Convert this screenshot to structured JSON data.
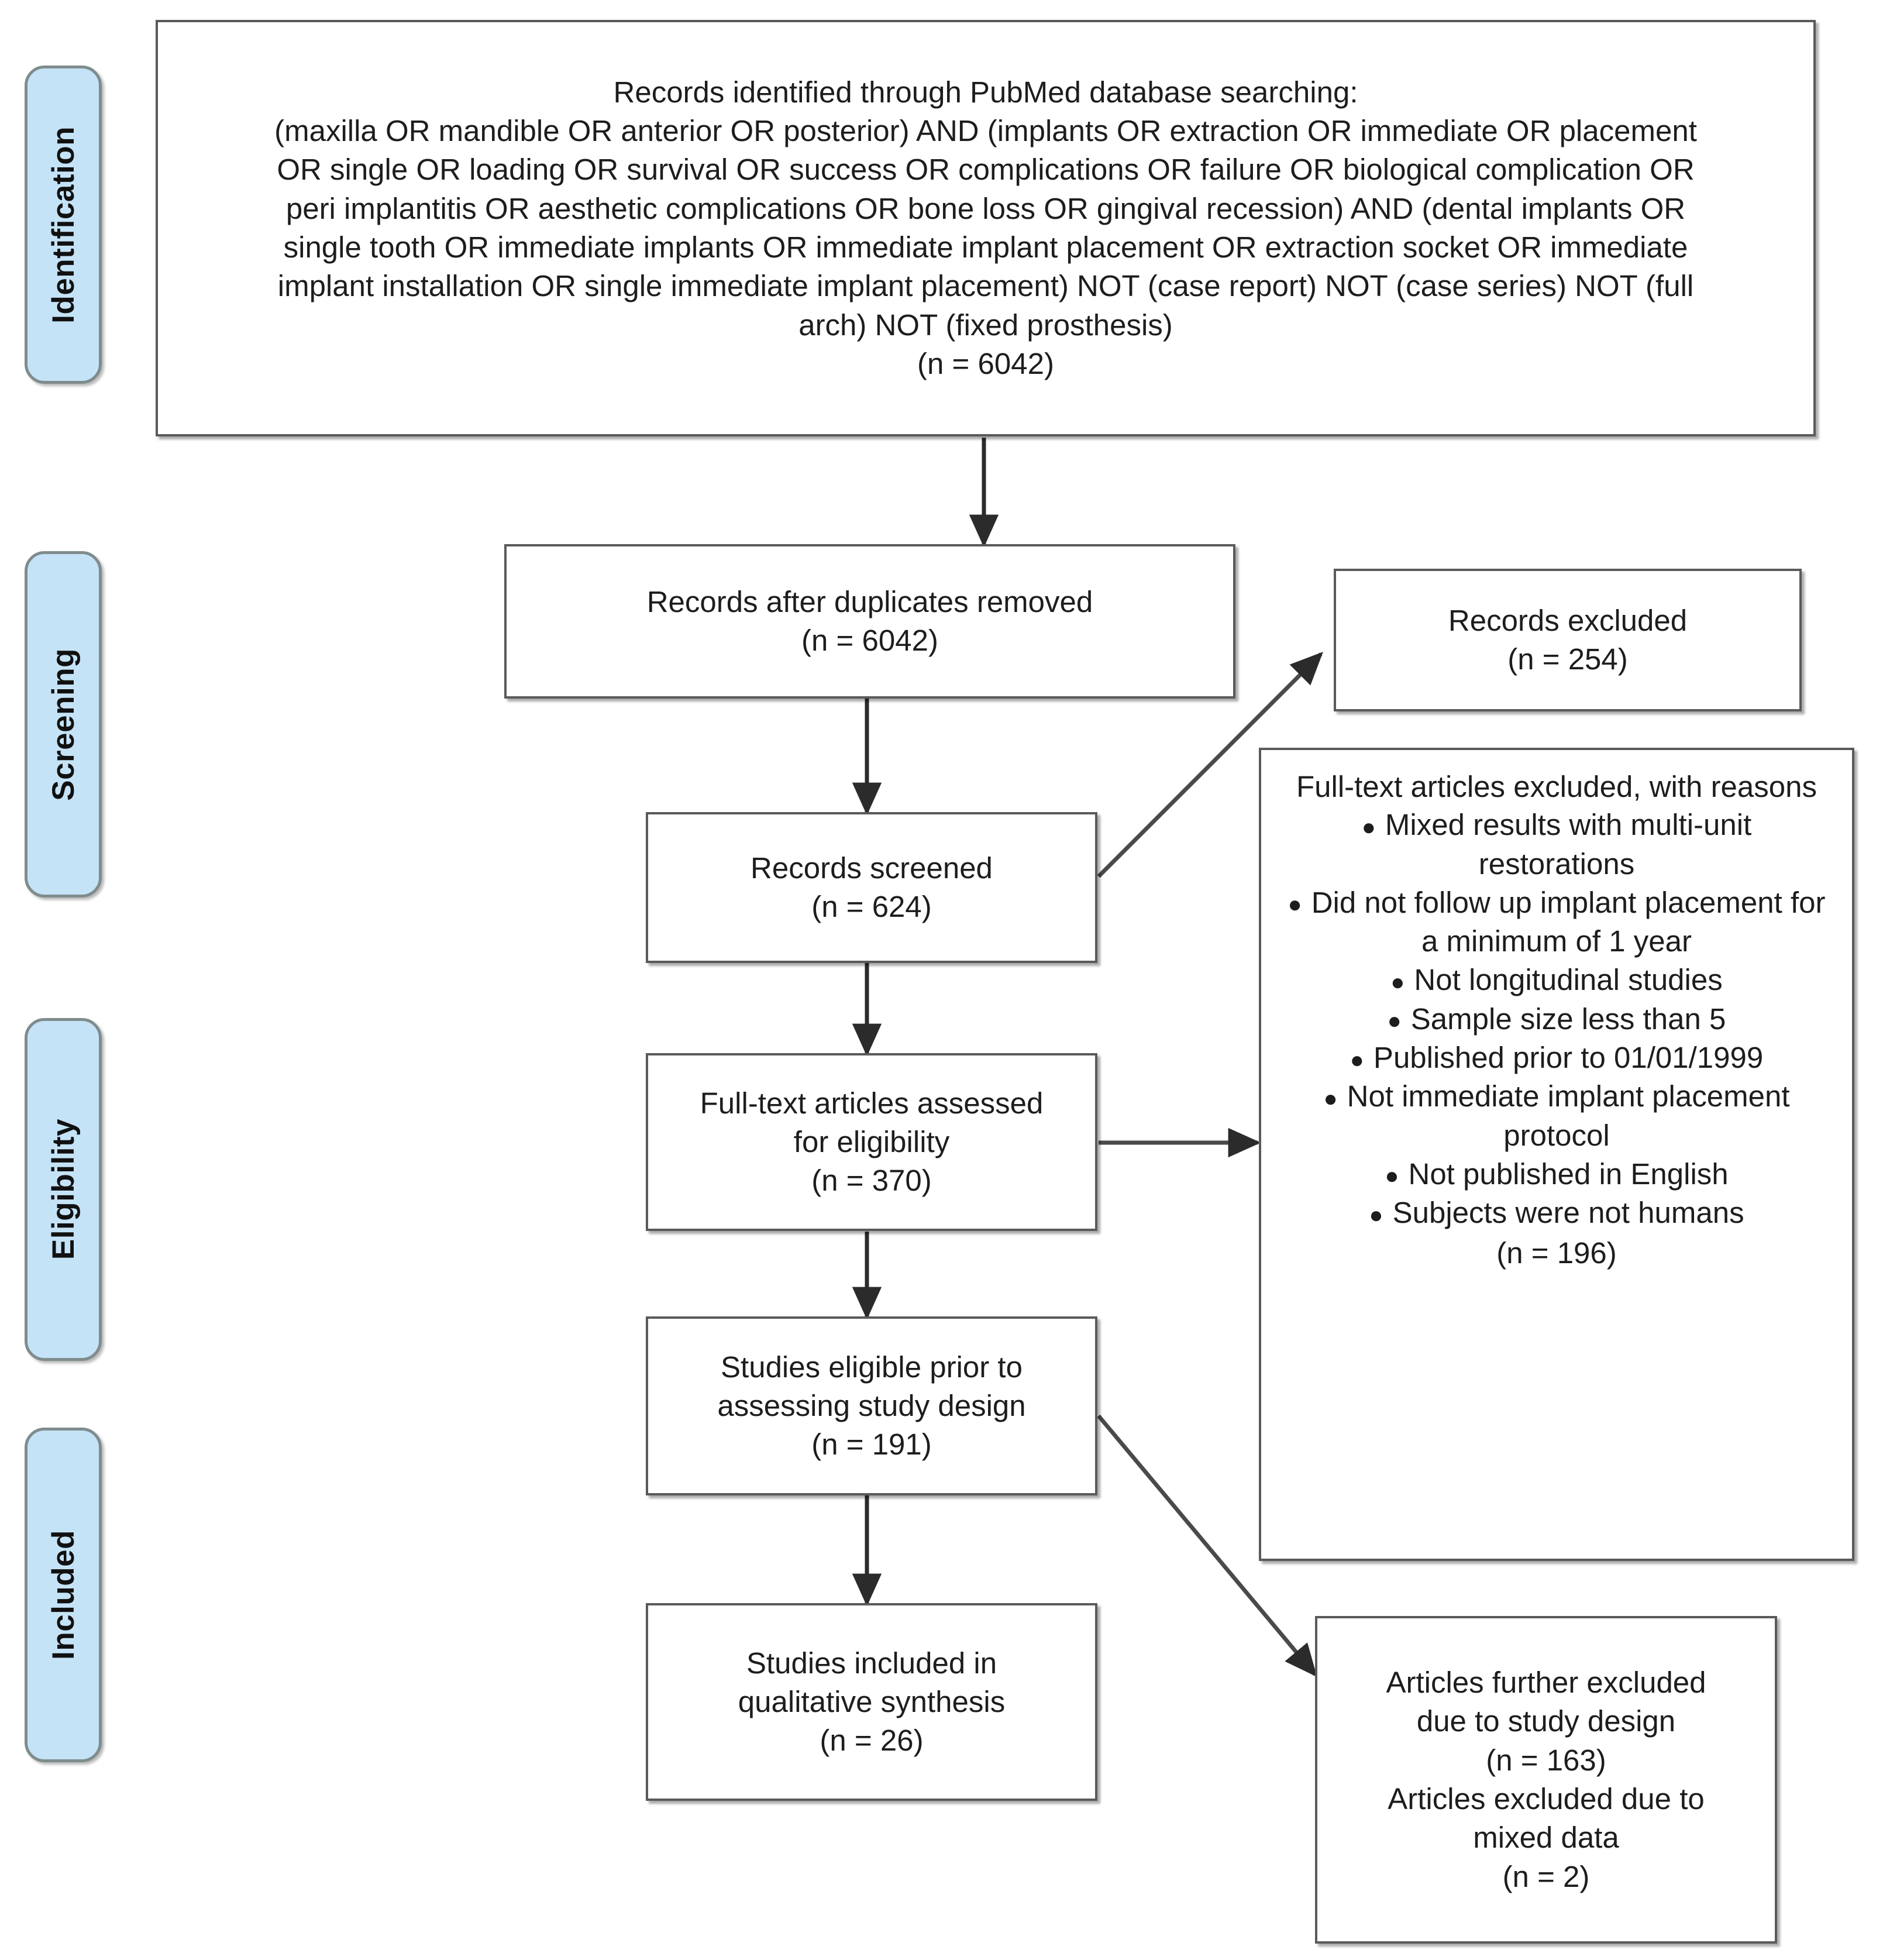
{
  "diagram": {
    "type": "prisma-flow-diagram",
    "title": "PRISMA flow diagram",
    "colors": {
      "stage_label_fill": "#c5e3f7",
      "stage_label_border": "#7f8c8d",
      "box_border": "#5a5a5a",
      "box_fill": "#ffffff",
      "text": "#1d1d1d",
      "connector": "#3a3a3a"
    }
  },
  "stages": [
    {
      "label": "Identification"
    },
    {
      "label": "Screening"
    },
    {
      "label": "Eligibility"
    },
    {
      "label": "Included"
    }
  ],
  "boxes": {
    "identified": {
      "lines": [
        "Records identified through PubMed database searching:",
        "(maxilla OR mandible OR anterior OR posterior) AND (implants OR extraction OR immediate OR placement",
        "OR single OR loading OR survival OR success OR complications OR failure OR biological complication OR",
        "peri implantitis OR aesthetic complications OR bone loss OR gingival recession) AND (dental implants OR",
        "single tooth OR immediate implants OR immediate implant placement OR extraction socket OR immediate",
        "implant installation OR single immediate implant placement) NOT (case report) NOT (case series) NOT (full",
        "arch) NOT (fixed prosthesis)",
        "(n = 6042)"
      ]
    },
    "after_duplicates": {
      "lines": [
        "Records after duplicates removed",
        "(n = 6042)"
      ]
    },
    "records_excluded": {
      "lines": [
        "Records excluded",
        "(n = 254)"
      ]
    },
    "records_screened": {
      "lines": [
        "Records screened",
        "(n = 624)"
      ]
    },
    "fulltext_assessed": {
      "lines": [
        "Full-text articles assessed",
        "for eligibility",
        "(n = 370)"
      ]
    },
    "fulltext_excluded": {
      "heading_lines": [
        "Full-text articles excluded, with",
        "reasons"
      ],
      "reasons": [
        "Mixed results with multi-unit restorations",
        "Did not follow up implant placement for a minimum of 1 year",
        "Not longitudinal studies",
        "Sample size less than 5",
        "Published prior to 01/01/1999",
        "Not immediate implant placement protocol",
        "Not published in English",
        "Subjects were not humans"
      ],
      "count": "(n = 196)"
    },
    "studies_eligible": {
      "lines": [
        "Studies eligible prior to",
        "assessing study design",
        "(n = 191)"
      ]
    },
    "studies_included": {
      "lines": [
        "Studies included in",
        "qualitative synthesis",
        "(n = 26)"
      ]
    },
    "articles_further_excluded": {
      "lines": [
        "Articles further excluded",
        "due to study design",
        "(n = 163)",
        "Articles excluded due to",
        "mixed data",
        "(n = 2)"
      ]
    }
  }
}
